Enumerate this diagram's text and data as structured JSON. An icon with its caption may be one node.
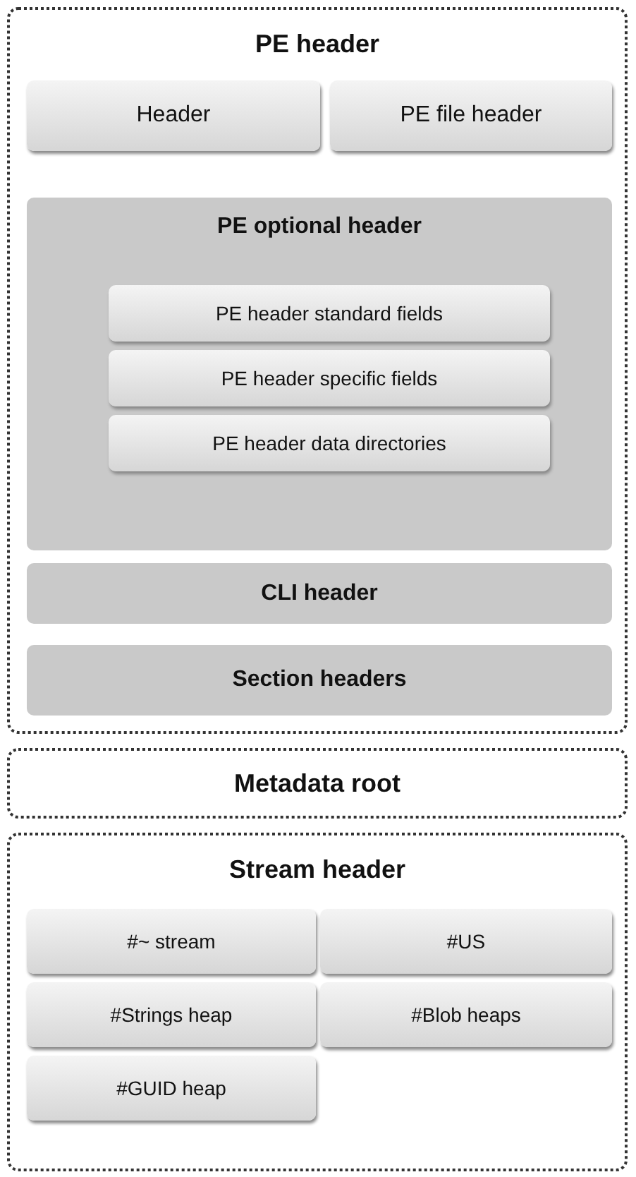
{
  "diagram": {
    "nodes": [
      {
        "text": [
          "PE header"
        ]
      },
      {
        "text": [
          "Header"
        ],
        "in": 0
      },
      {
        "text": [
          "PE file header"
        ],
        "in": 0
      },
      {
        "text": [
          "PE optional header"
        ],
        "in": 0
      },
      {
        "text": [
          "PE header standard fields"
        ],
        "in": 3
      },
      {
        "text": [
          "PE header specific fields"
        ],
        "in": 3
      },
      {
        "text": [
          "PE header data directories"
        ],
        "in": 3
      },
      {
        "text": [
          "CLI header"
        ],
        "in": 0
      },
      {
        "text": [
          "Section headers"
        ],
        "in": 0
      },
      {
        "text": [
          "Metadata root"
        ]
      },
      {
        "text": [
          "Stream header"
        ]
      },
      {
        "text": [
          "#~ stream"
        ],
        "in": 10
      },
      {
        "text": [
          "#US"
        ],
        "in": 10
      },
      {
        "text": [
          "#Strings heap"
        ],
        "in": 10
      },
      {
        "text": [
          "#Blob heaps"
        ],
        "in": 10
      },
      {
        "text": [
          "#GUID heap"
        ],
        "in": 10
      }
    ]
  }
}
